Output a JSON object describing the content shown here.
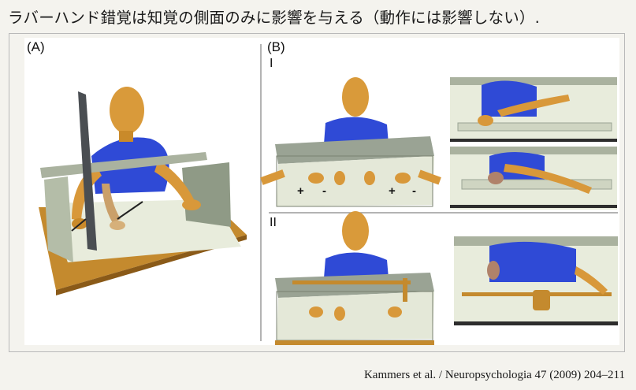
{
  "slide": {
    "title": "ラバーハンド錯覚は知覚の側面のみに影響を与える（動作には影響しない）.",
    "citation": "Kammers et al. / Neuropsychologia 47 (2009) 204–211"
  },
  "figure": {
    "panel_a_label": "(A)",
    "panel_b_label": "(B)",
    "row_1_label": "I",
    "row_2_label": "II",
    "marker_plus": "+",
    "marker_minus": "-"
  }
}
